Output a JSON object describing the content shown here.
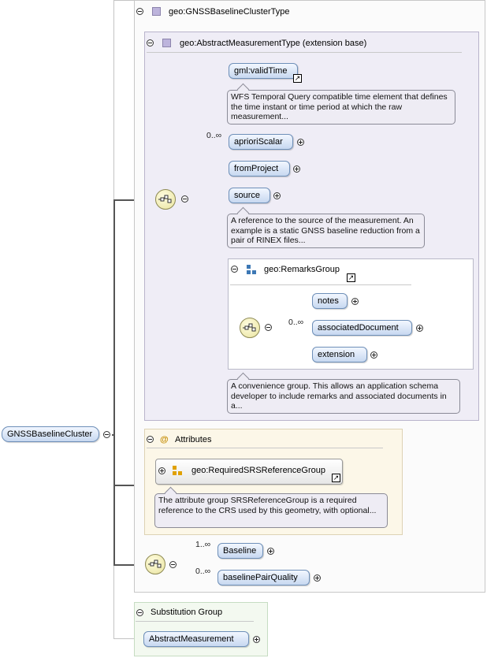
{
  "root": {
    "label": "GNSSBaselineCluster"
  },
  "outer_type": {
    "title": "geo:GNSSBaselineClusterType"
  },
  "extension_base": {
    "title": "geo:AbstractMeasurementType (extension base)",
    "elements": [
      {
        "label": "gml:validTime",
        "annotation": "WFS Temporal Query compatible time element that defines the time instant or time period at which the raw measurement..."
      },
      {
        "label": "aprioriScalar",
        "cardinality": "0..∞"
      },
      {
        "label": "fromProject"
      },
      {
        "label": "source",
        "annotation": "A reference to the source of the measurement. An example is a static GNSS baseline reduction from a pair of RINEX files..."
      }
    ],
    "remarks_group": {
      "title": "geo:RemarksGroup",
      "elements": [
        {
          "label": "notes"
        },
        {
          "label": "associatedDocument",
          "cardinality": "0..∞"
        },
        {
          "label": "extension"
        }
      ],
      "annotation": "A convenience group. This allows an application schema developer to include remarks and associated documents in a..."
    }
  },
  "attributes": {
    "title": "Attributes",
    "group": "geo:RequiredSRSReferenceGroup",
    "annotation": "The attribute group SRSReferenceGroup is a required reference to the CRS used by this geometry, with optional..."
  },
  "sequence": {
    "elements": [
      {
        "label": "Baseline",
        "cardinality": "1..∞"
      },
      {
        "label": "baselinePairQuality",
        "cardinality": "0..∞"
      }
    ]
  },
  "substitution_group": {
    "title": "Substitution Group",
    "element": "AbstractMeasurement"
  },
  "colors": {
    "node_fill": "#c7d8f0",
    "node_border": "#6e8fb8",
    "annotation_fill": "#eeecf4",
    "attributes_fill": "#fcf7e8",
    "substitution_fill": "#f3f9f0",
    "extension_fill": "#efedf6"
  },
  "icons": [
    "minus-toggle-icon",
    "plus-toggle-icon",
    "complex-type-icon",
    "sequence-compositor-icon",
    "group-icon",
    "attribute-group-icon",
    "link-arrow-icon",
    "attributes-at-icon"
  ]
}
